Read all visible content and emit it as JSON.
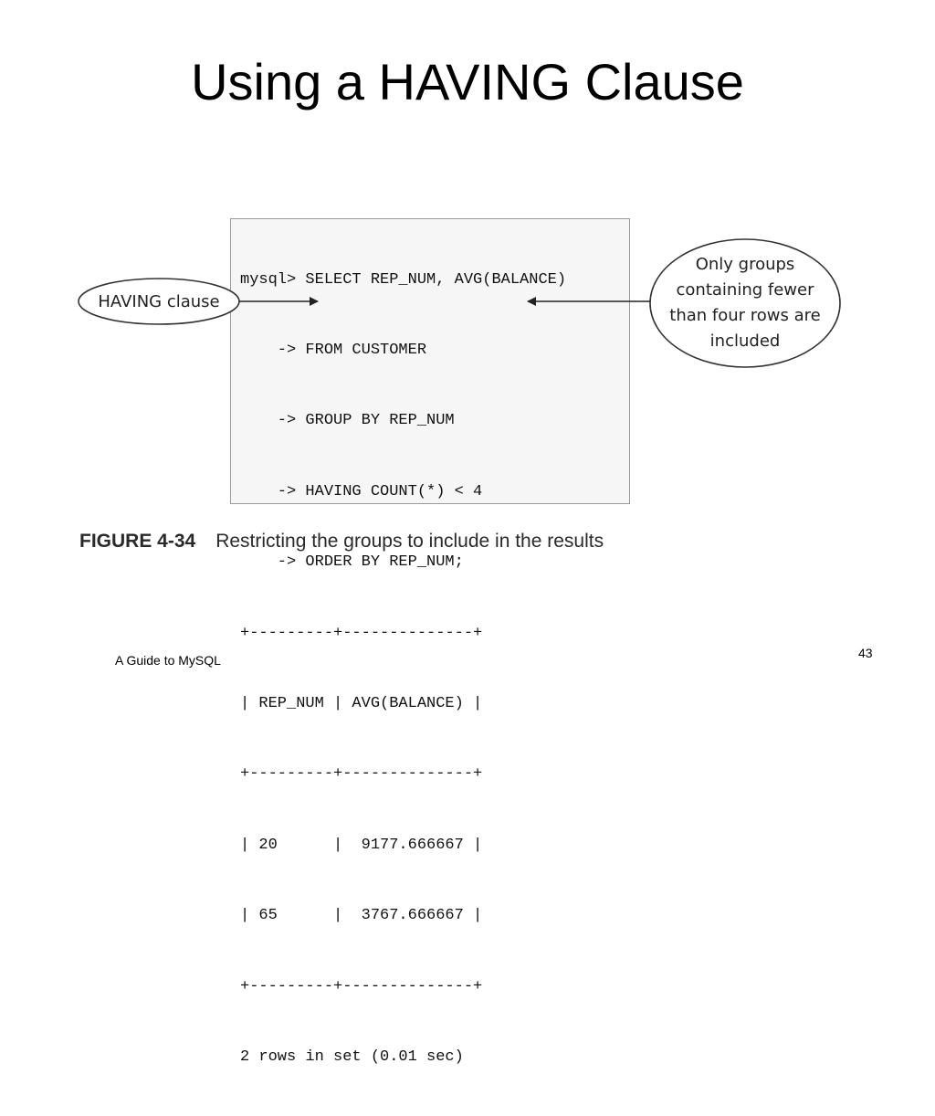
{
  "slide": {
    "title": "Using a HAVING Clause",
    "footer_text": "A Guide to MySQL",
    "page_number": "43"
  },
  "figure": {
    "code_lines": [
      "mysql> SELECT REP_NUM, AVG(BALANCE)",
      "    -> FROM CUSTOMER",
      "    -> GROUP BY REP_NUM",
      "    -> HAVING COUNT(*) < 4",
      "    -> ORDER BY REP_NUM;",
      "+---------+--------------+",
      "| REP_NUM | AVG(BALANCE) |",
      "+---------+--------------+",
      "| 20      |  9177.666667 |",
      "| 65      |  3767.666667 |",
      "+---------+--------------+",
      "2 rows in set (0.01 sec)"
    ],
    "left_callout": "HAVING clause",
    "right_callout": [
      "Only groups",
      "containing fewer",
      "than four rows are",
      "included"
    ],
    "caption_label": "FIGURE 4-34",
    "caption_text": "Restricting the groups to include in the results"
  }
}
